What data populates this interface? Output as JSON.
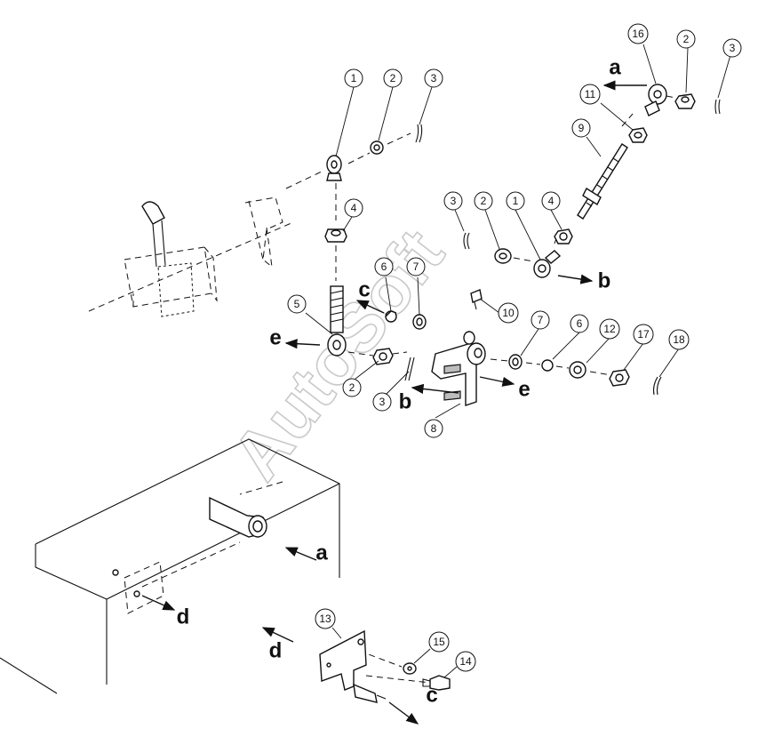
{
  "watermark": "AutoSoft",
  "callouts": {
    "c1": "1",
    "c2": "2",
    "c3": "3",
    "c16": "16",
    "c2b": "2",
    "c3b": "3",
    "c11": "11",
    "c9": "9",
    "c4": "4",
    "c3c": "3",
    "c2c": "2",
    "c1b": "1",
    "c4b": "4",
    "c6": "6",
    "c7": "7",
    "c5": "5",
    "c10": "10",
    "c7b": "7",
    "c6b": "6",
    "c12": "12",
    "c17": "17",
    "c18": "18",
    "c2d": "2",
    "c3d": "3",
    "c8": "8",
    "c13": "13",
    "c15": "15",
    "c14": "14"
  },
  "letters": {
    "a_top": "a",
    "b_right": "b",
    "c_left": "c",
    "e_left": "e",
    "b_mid": "b",
    "e_right": "e",
    "a_low": "a",
    "d_right": "d",
    "d_left": "d",
    "c_bottom": "c"
  }
}
